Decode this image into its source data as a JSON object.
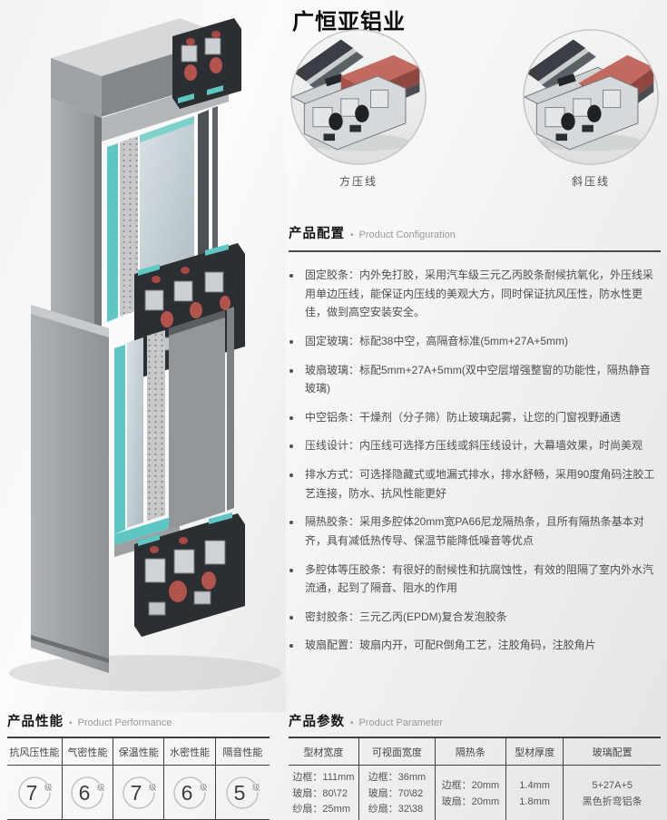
{
  "ui": {
    "dot": "•"
  },
  "brand": {
    "title": "广恒亚铝业"
  },
  "details": {
    "items": [
      {
        "label": "方压线"
      },
      {
        "label": "斜压线"
      }
    ]
  },
  "config": {
    "title_cn": "产品配置",
    "title_en": "Product Configuration",
    "items": [
      "固定胶条：内外免打胶，采用汽车级三元乙丙胶条耐候抗氧化，外压线采用单边压线，能保证内压线的美观大方，同时保证抗风压性，防水性更佳，做到高空安装安全。",
      "固定玻璃：标配38中空，高隔音标准(5mm+27A+5mm)",
      "玻扇玻璃：标配5mm+27A+5mm(双中空层增强整窗的功能性，隔热静音玻璃)",
      "中空铝条：干燥剂（分子筛）防止玻璃起雾，让您的门窗视野通透",
      "压线设计：内压线可选择方压线或斜压线设计，大幕墙效果，时尚美观",
      "排水方式：可选择隐藏式或地漏式排水，排水舒畅，采用90度角码注胶工艺连接，防水、抗风性能更好",
      "隔热胶条：采用多腔体20mm宽PA66尼龙隔热条，且所有隔热条基本对齐，具有减低热传导、保温节能降低噪音等优点",
      "多腔体等压胶条：有很好的耐候性和抗腐蚀性，有效的阻隔了室内外水汽流通，起到了隔音、阻水的作用",
      "密封胶条：三元乙丙(EPDM)复合发泡胶条",
      "玻扇配置：玻扇内开，可配R倒角工艺，注胶角码，注胶角片"
    ]
  },
  "performance": {
    "title_cn": "产品性能",
    "title_en": "Product Performance",
    "items": [
      {
        "label": "抗风压性能",
        "value": "7",
        "unit": "级"
      },
      {
        "label": "气密性能",
        "value": "6",
        "unit": "级"
      },
      {
        "label": "保温性能",
        "value": "7",
        "unit": "级"
      },
      {
        "label": "水密性能",
        "value": "6",
        "unit": "级"
      },
      {
        "label": "隔音性能",
        "value": "5",
        "unit": "级"
      }
    ]
  },
  "parameters": {
    "title_cn": "产品参数",
    "title_en": "Product Parameter",
    "columns": [
      "型材宽度",
      "可视面宽度",
      "隔热条",
      "型材厚度",
      "玻璃配置"
    ],
    "cells": [
      "边框：111mm\n玻扇：80\\72\n纱扇：25mm",
      "边框：36mm\n玻扇：70\\82\n纱扇：32\\38",
      "边框：20mm\n玻扇：20mm",
      "1.4mm\n1.8mm",
      "5+27A+5\n黑色折弯铝条"
    ]
  }
}
